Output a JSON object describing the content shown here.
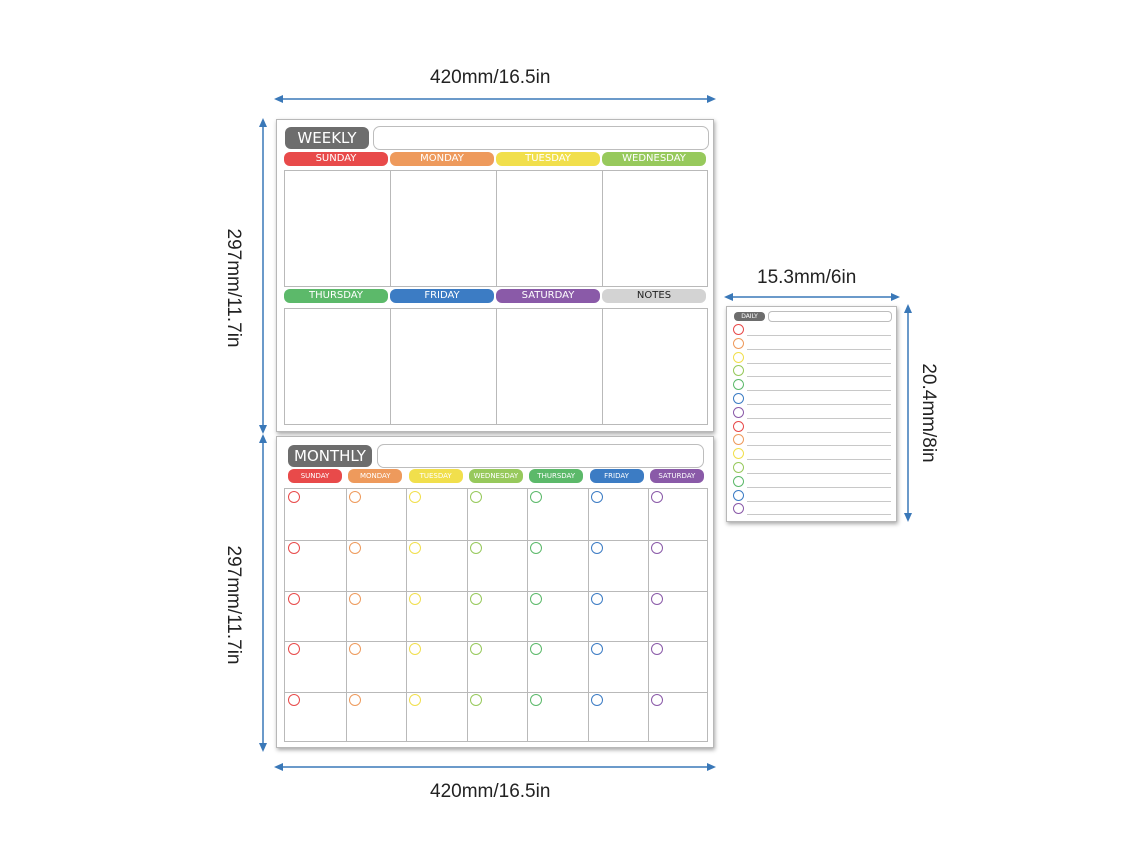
{
  "dimensions": {
    "top_width": "420mm/16.5in",
    "bottom_width": "420mm/16.5in",
    "weekly_height": "297mm/11.7in",
    "monthly_height": "297mm/11.7in",
    "daily_width": "15.3mm/6in",
    "daily_height": "20.4mm/8in"
  },
  "colors": {
    "red": "#e84a4a",
    "orange": "#ee9a5c",
    "yellow": "#f1df4c",
    "lightgreen": "#97c95c",
    "green": "#5cb96a",
    "blue": "#3c7cc4",
    "purple": "#8a5aa8",
    "gray": "#d3d3d3",
    "arrow": "#3a78b8"
  },
  "weekly": {
    "title": "WEEKLY",
    "row1": [
      {
        "label": "SUNDAY",
        "color": "#e84a4a"
      },
      {
        "label": "MONDAY",
        "color": "#ee9a5c"
      },
      {
        "label": "TUESDAY",
        "color": "#f1df4c"
      },
      {
        "label": "WEDNESDAY",
        "color": "#97c95c"
      }
    ],
    "row2": [
      {
        "label": "THURSDAY",
        "color": "#5cb96a"
      },
      {
        "label": "FRIDAY",
        "color": "#3c7cc4"
      },
      {
        "label": "SATURDAY",
        "color": "#8a5aa8"
      },
      {
        "label": "NOTES",
        "color": "#d3d3d3"
      }
    ]
  },
  "monthly": {
    "title": "MONTHLY",
    "days": [
      {
        "label": "SUNDAY",
        "color": "#e84a4a"
      },
      {
        "label": "MONDAY",
        "color": "#ee9a5c"
      },
      {
        "label": "TUESDAY",
        "color": "#f1df4c"
      },
      {
        "label": "WEDNESDAY",
        "color": "#97c95c"
      },
      {
        "label": "THURSDAY",
        "color": "#5cb96a"
      },
      {
        "label": "FRIDAY",
        "color": "#3c7cc4"
      },
      {
        "label": "SATURDAY",
        "color": "#8a5aa8"
      }
    ]
  },
  "daily": {
    "title": "DAILY",
    "circle_colors": [
      "#e84a4a",
      "#ee9a5c",
      "#f1df4c",
      "#97c95c",
      "#5cb96a",
      "#3c7cc4",
      "#8a5aa8",
      "#e84a4a",
      "#ee9a5c",
      "#f1df4c",
      "#97c95c",
      "#5cb96a",
      "#3c7cc4",
      "#8a5aa8"
    ]
  }
}
